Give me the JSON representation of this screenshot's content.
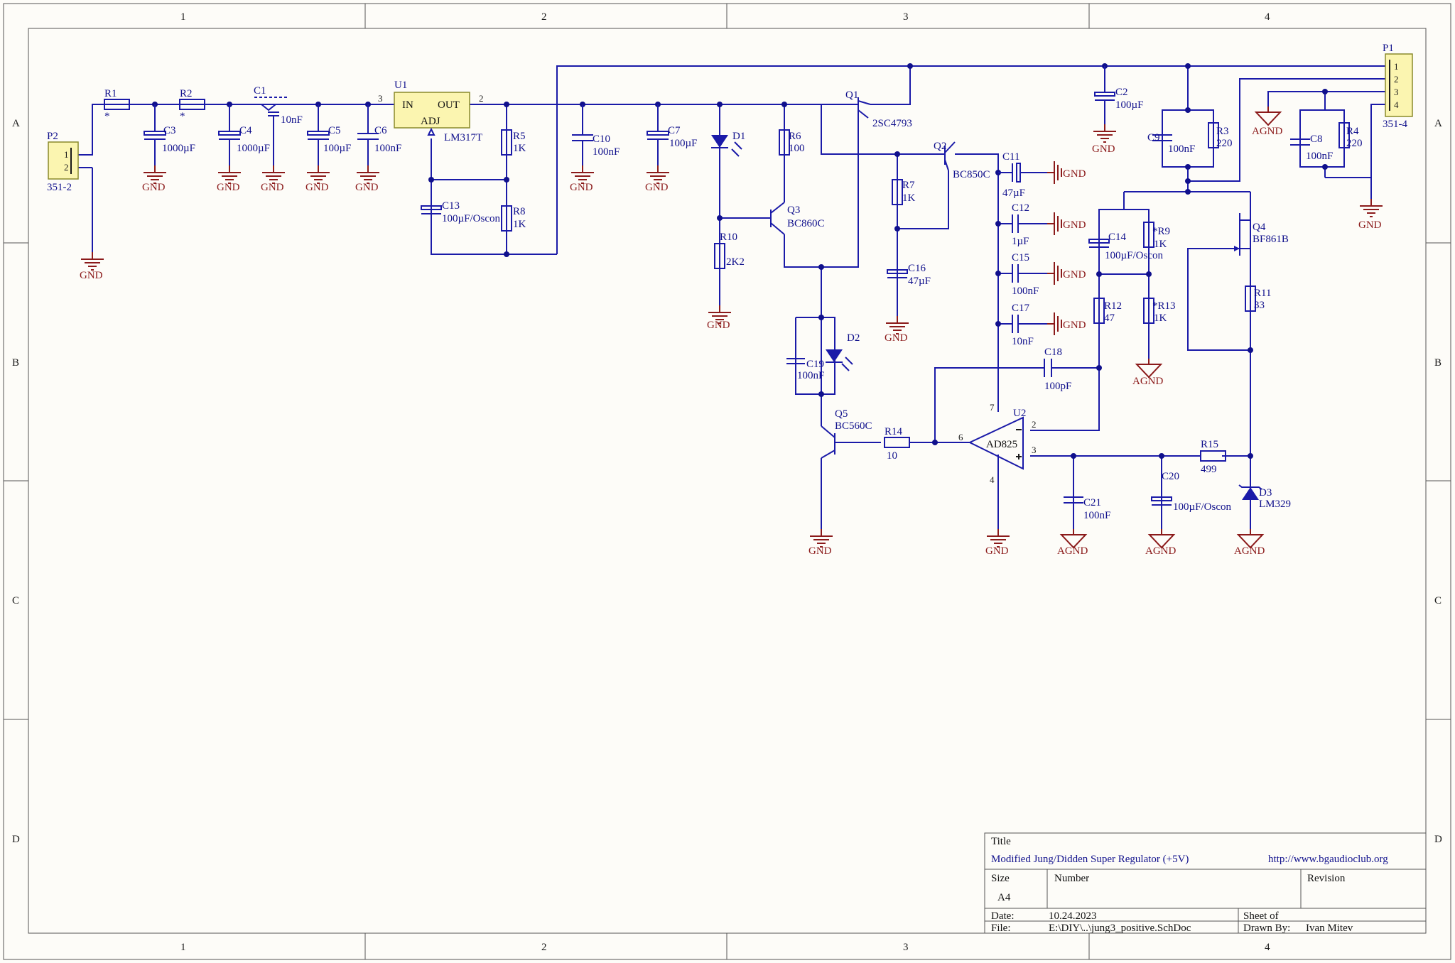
{
  "frame": {
    "columns": [
      "1",
      "2",
      "3",
      "4"
    ],
    "rows": [
      "A",
      "B",
      "C",
      "D"
    ]
  },
  "title_block": {
    "title_label": "Title",
    "title_value": "Modified Jung/Didden Super Regulator (+5V)",
    "url": "http://www.bgaudioclub.org",
    "size_label": "Size",
    "size_value": "A4",
    "number_label": "Number",
    "revision_label": "Revision",
    "date_label": "Date:",
    "date_value": "10.24.2023",
    "sheet_label": "Sheet   of",
    "file_label": "File:",
    "file_value": "E:\\DIY\\..\\jung3_positive.SchDoc",
    "drawn_label": "Drawn By:",
    "drawn_value": "Ivan Mitev"
  },
  "components": {
    "P2": {
      "ref": "P2",
      "value": "351-2",
      "pin1": "1",
      "pin2": "2"
    },
    "P1": {
      "ref": "P1",
      "value": "351-4",
      "pin1": "1",
      "pin2": "2",
      "pin3": "3",
      "pin4": "4"
    },
    "R1": {
      "ref": "R1",
      "value": "*"
    },
    "R2": {
      "ref": "R2",
      "value": "*"
    },
    "C1": {
      "ref": "C1",
      "value": "10nF"
    },
    "C3": {
      "ref": "C3",
      "value": "1000µF"
    },
    "C4": {
      "ref": "C4",
      "value": "1000µF"
    },
    "C5": {
      "ref": "C5",
      "value": "100µF"
    },
    "C6": {
      "ref": "C6",
      "value": "100nF"
    },
    "U1": {
      "ref": "U1",
      "value": "LM317T",
      "pin_in": "IN",
      "pin_out": "OUT",
      "pin_adj": "ADJ",
      "pin3": "3",
      "pin2": "2"
    },
    "R5": {
      "ref": "R5",
      "value": "1K"
    },
    "R8": {
      "ref": "R8",
      "value": "1K"
    },
    "C13": {
      "ref": "C13",
      "value": "100µF/Oscon"
    },
    "C10": {
      "ref": "C10",
      "value": "100nF"
    },
    "C7": {
      "ref": "C7",
      "value": "100µF"
    },
    "D1": {
      "ref": "D1"
    },
    "R10": {
      "ref": "R10",
      "value": "2K2"
    },
    "R6": {
      "ref": "R6",
      "value": "100"
    },
    "Q3": {
      "ref": "Q3",
      "value": "BC860C"
    },
    "Q1": {
      "ref": "Q1",
      "value": "2SC4793"
    },
    "D2": {
      "ref": "D2"
    },
    "C19": {
      "ref": "C19",
      "value": "100nF"
    },
    "Q5": {
      "ref": "Q5",
      "value": "BC560C"
    },
    "R14": {
      "ref": "R14",
      "value": "10"
    },
    "R7": {
      "ref": "R7",
      "value": "1K"
    },
    "C16": {
      "ref": "C16",
      "value": "47µF"
    },
    "Q2": {
      "ref": "Q2",
      "value": "BC850C"
    },
    "C11": {
      "ref": "C11",
      "value": "47µF"
    },
    "C12": {
      "ref": "C12",
      "value": "1µF"
    },
    "C15": {
      "ref": "C15",
      "value": "100nF"
    },
    "C17": {
      "ref": "C17",
      "value": "10nF"
    },
    "C18": {
      "ref": "C18",
      "value": "100pF"
    },
    "U2": {
      "ref": "U2",
      "value": "AD825",
      "pin2": "2",
      "pin3": "3",
      "pin4": "4",
      "pin6": "6",
      "pin7": "7"
    },
    "C21": {
      "ref": "C21",
      "value": "100nF"
    },
    "C20": {
      "ref": "C20",
      "value": "100µF/Oscon"
    },
    "R15": {
      "ref": "R15",
      "value": "499"
    },
    "D3": {
      "ref": "D3",
      "value": "LM329"
    },
    "C14": {
      "ref": "C14",
      "value": "100µF/Oscon"
    },
    "R9": {
      "ref": "*R9",
      "value": "1K"
    },
    "R12": {
      "ref": "R12",
      "value": "47"
    },
    "R13": {
      "ref": "*R13",
      "value": "1K"
    },
    "C2": {
      "ref": "C2",
      "value": "100µF"
    },
    "C9": {
      "ref": "C9",
      "value": "100nF"
    },
    "R3": {
      "ref": "R3",
      "value": "220"
    },
    "Q4": {
      "ref": "Q4",
      "value": "BF861B"
    },
    "R11": {
      "ref": "R11",
      "value": "33"
    },
    "C8": {
      "ref": "C8",
      "value": "100nF"
    },
    "R4": {
      "ref": "R4",
      "value": "220"
    }
  },
  "labels": {
    "gnd": "GND",
    "agnd": "AGND"
  },
  "colors": {
    "wire": "#1a1aa8",
    "ground": "#8b1a1a",
    "connector_fill": "#fbf5b0",
    "background": "#fdfcf8"
  }
}
